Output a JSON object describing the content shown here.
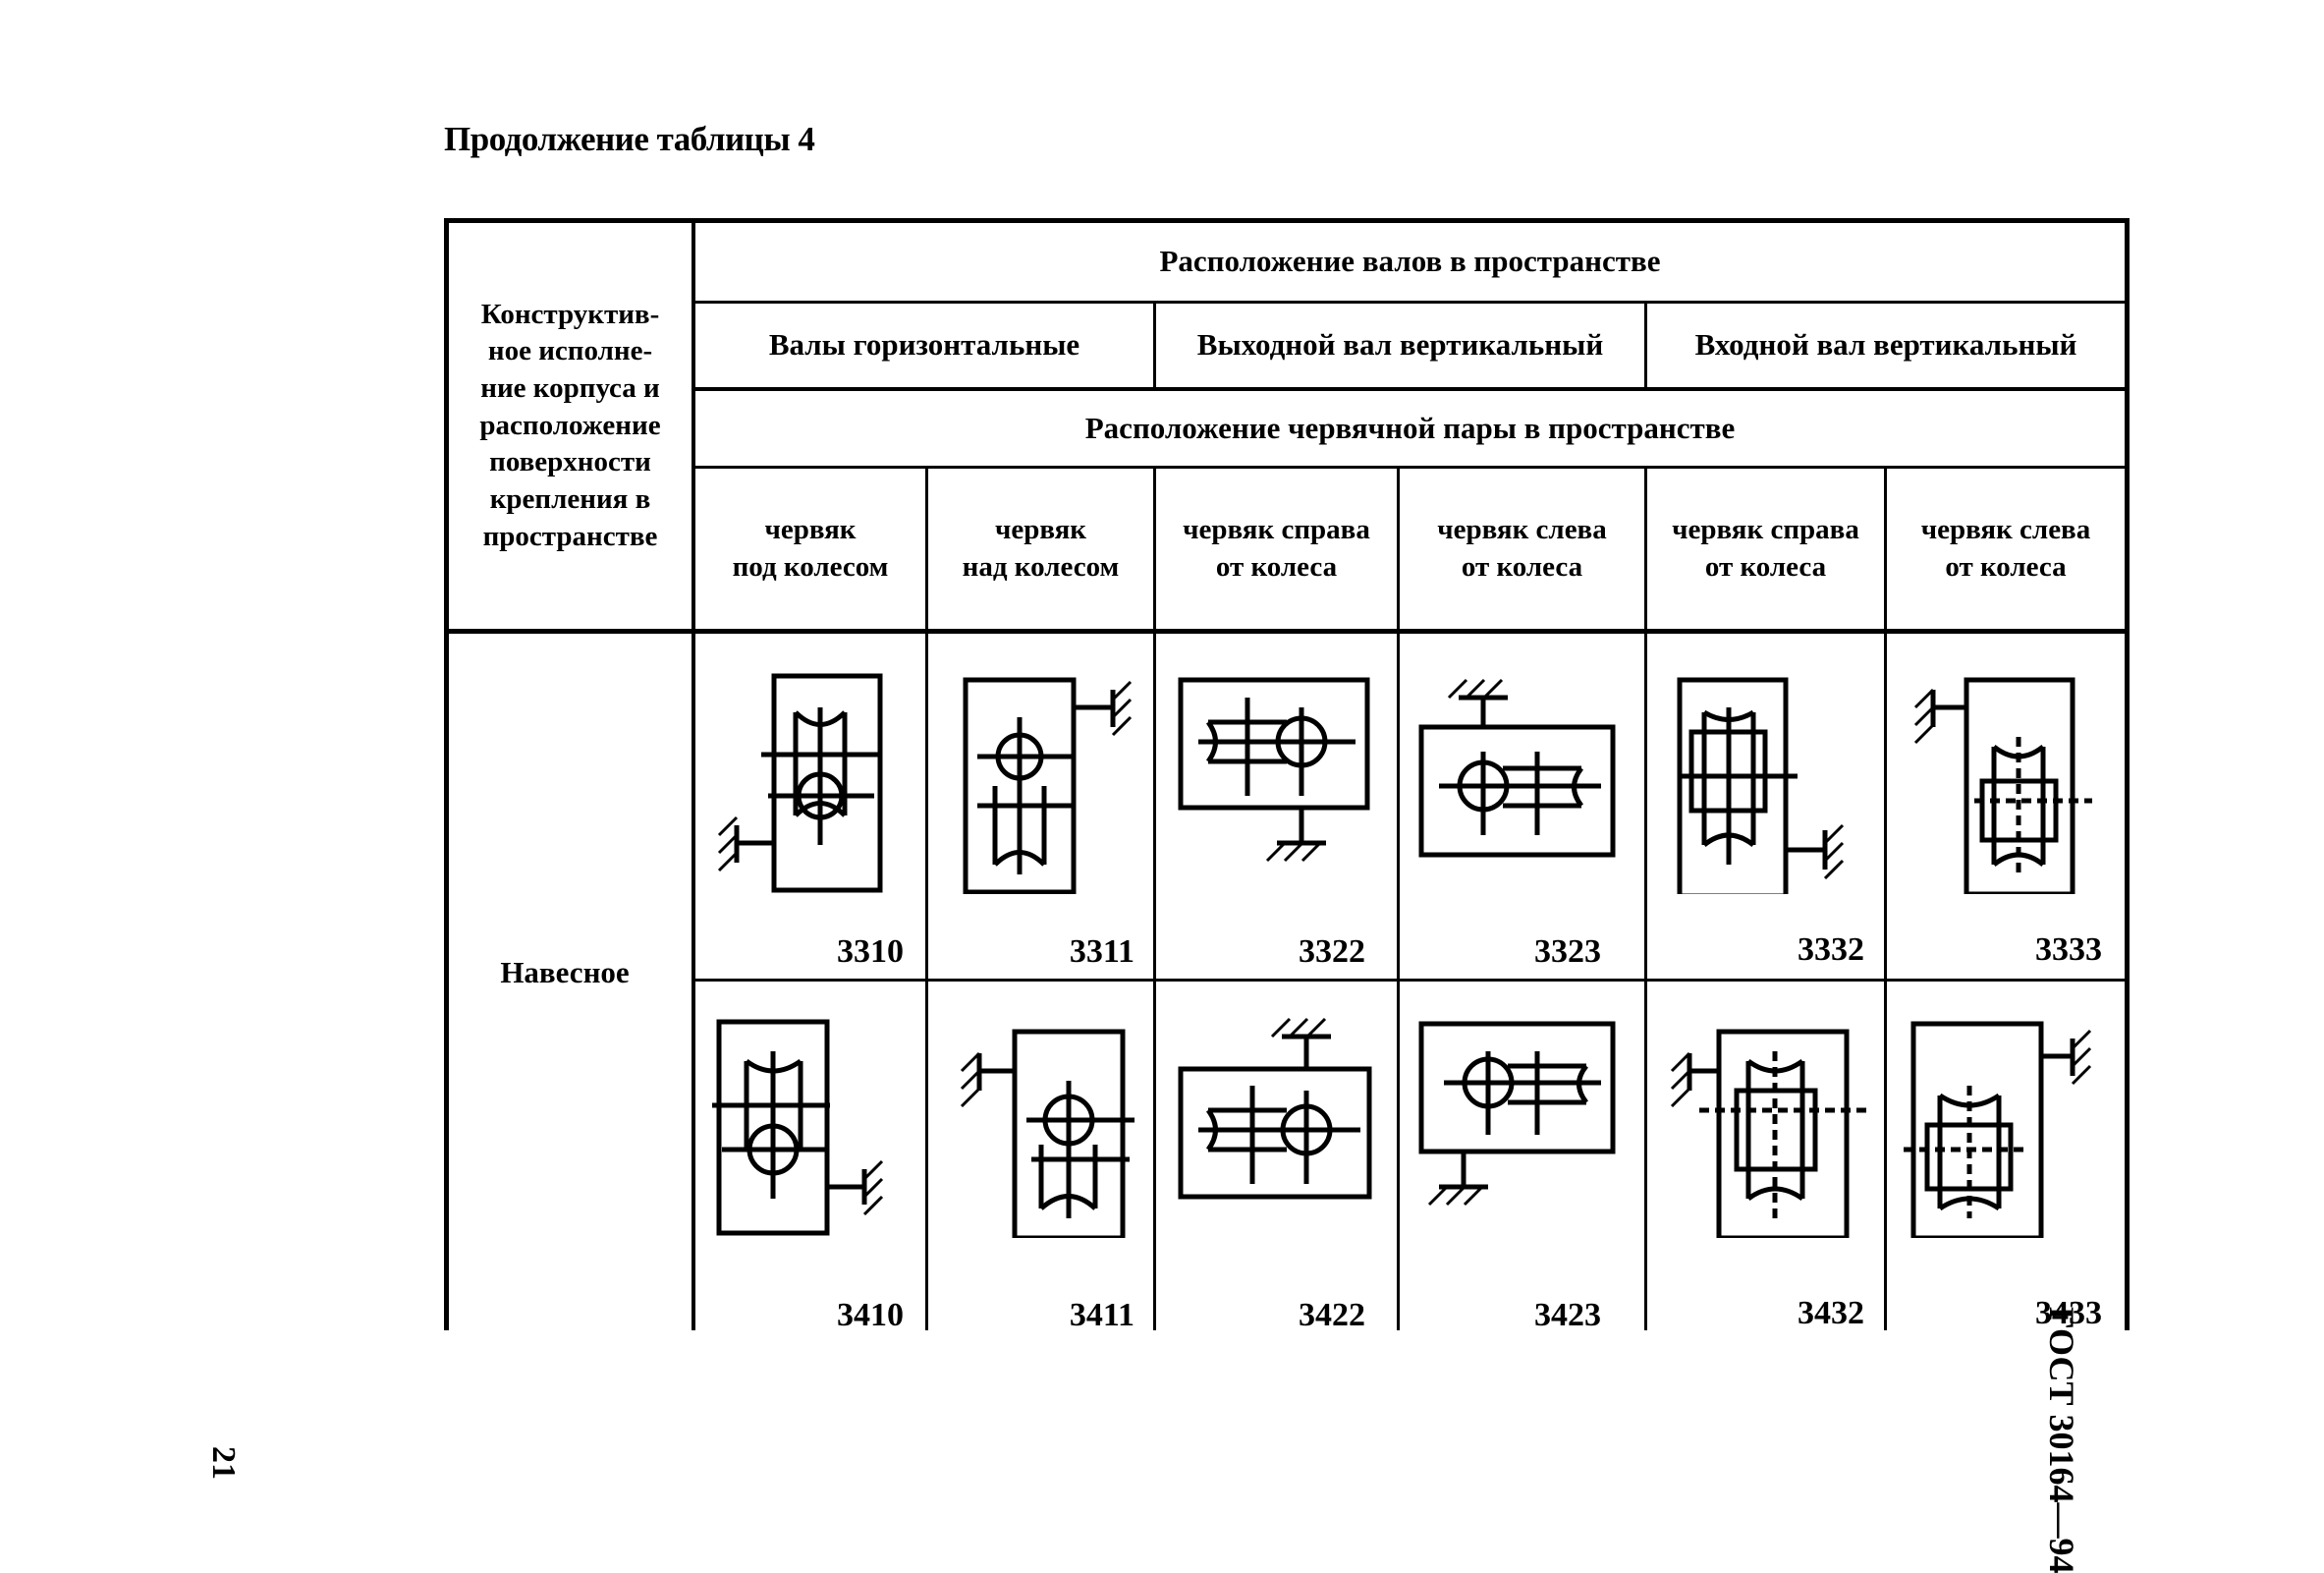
{
  "caption": "Продолжение таблицы 4",
  "table": {
    "row_header_label": "Конструктив-ное исполне-ние корпуса и расположение поверхности крепления в пространстве",
    "row_header_lines": [
      "Конструктив-",
      "ное исполне-",
      "ние корпуса и",
      "расположение",
      "поверхности",
      "крепления в",
      "пространстве"
    ],
    "shafts_header": "Расположение валов в пространстве",
    "shaft_groups": [
      "Валы горизонтальные",
      "Выходной вал вертикальный",
      "Входной вал вертикальный"
    ],
    "worm_pair_header": "Расположение червячной пары в пространстве",
    "worm_positions": [
      [
        "червяк",
        "под колесом"
      ],
      [
        "червяк",
        "над колесом"
      ],
      [
        "червяк справа",
        "от колеса"
      ],
      [
        "червяк слева",
        "от колеса"
      ],
      [
        "червяк справа",
        "от колеса"
      ],
      [
        "червяк слева",
        "от колеса"
      ]
    ],
    "row_label": "Навесное",
    "codes_row1": [
      "3310",
      "3311",
      "3322",
      "3323",
      "3332",
      "3333"
    ],
    "codes_row2": [
      "3410",
      "3411",
      "3422",
      "3423",
      "3432",
      "3433"
    ]
  },
  "page_number": "21",
  "standard": "ГОСТ 30164—94"
}
